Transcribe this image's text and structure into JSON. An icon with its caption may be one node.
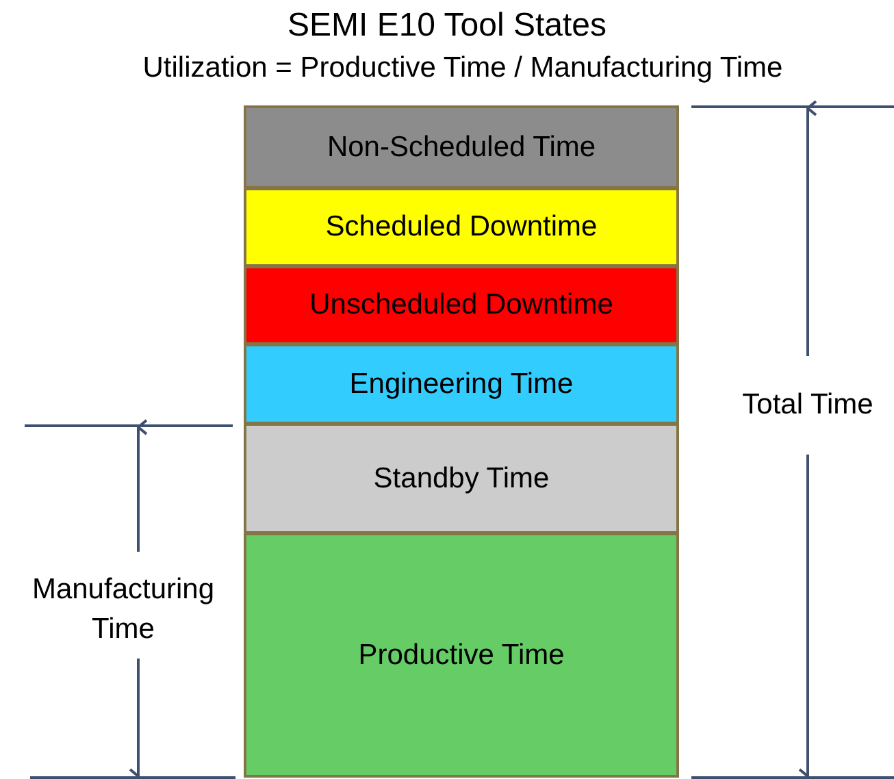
{
  "diagram": {
    "title": "SEMI E10 Tool States",
    "nodes": [
      {
        "text": [
          "Non-Scheduled Time"
        ]
      },
      {
        "text": [
          "Scheduled Downtime"
        ]
      },
      {
        "text": [
          "Unscheduled Downtime"
        ]
      },
      {
        "text": [
          "Engineering Time"
        ]
      },
      {
        "text": [
          "Standby Time"
        ]
      },
      {
        "text": [
          "Productive Time"
        ]
      }
    ],
    "labels": [
      "Utilization = Productive Time / Manufacturing Time",
      "Total Time",
      "Manufacturing Time"
    ]
  }
}
